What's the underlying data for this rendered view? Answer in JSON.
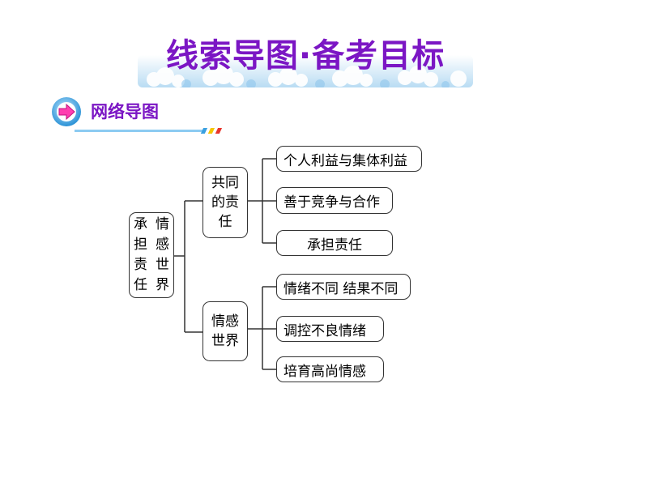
{
  "header": {
    "title": "线索导图·备考目标"
  },
  "section": {
    "label": "网络导图",
    "icon": "arrow-right-circle-icon",
    "accent": "#7b16c4"
  },
  "mindmap": {
    "root": {
      "col1": [
        "承",
        "担",
        "责",
        "任"
      ],
      "col2": [
        "情",
        "感",
        "世",
        "界"
      ]
    },
    "branches": [
      {
        "label_lines": [
          "共同",
          "的责",
          "任"
        ],
        "leaves": [
          "个人利益与集体利益",
          "善于竞争与合作",
          "承担责任"
        ]
      },
      {
        "label_lines": [
          "情感",
          "世界"
        ],
        "leaves": [
          "情绪不同 结果不同",
          "调控不良情绪",
          "培育高尚情感"
        ]
      }
    ]
  }
}
